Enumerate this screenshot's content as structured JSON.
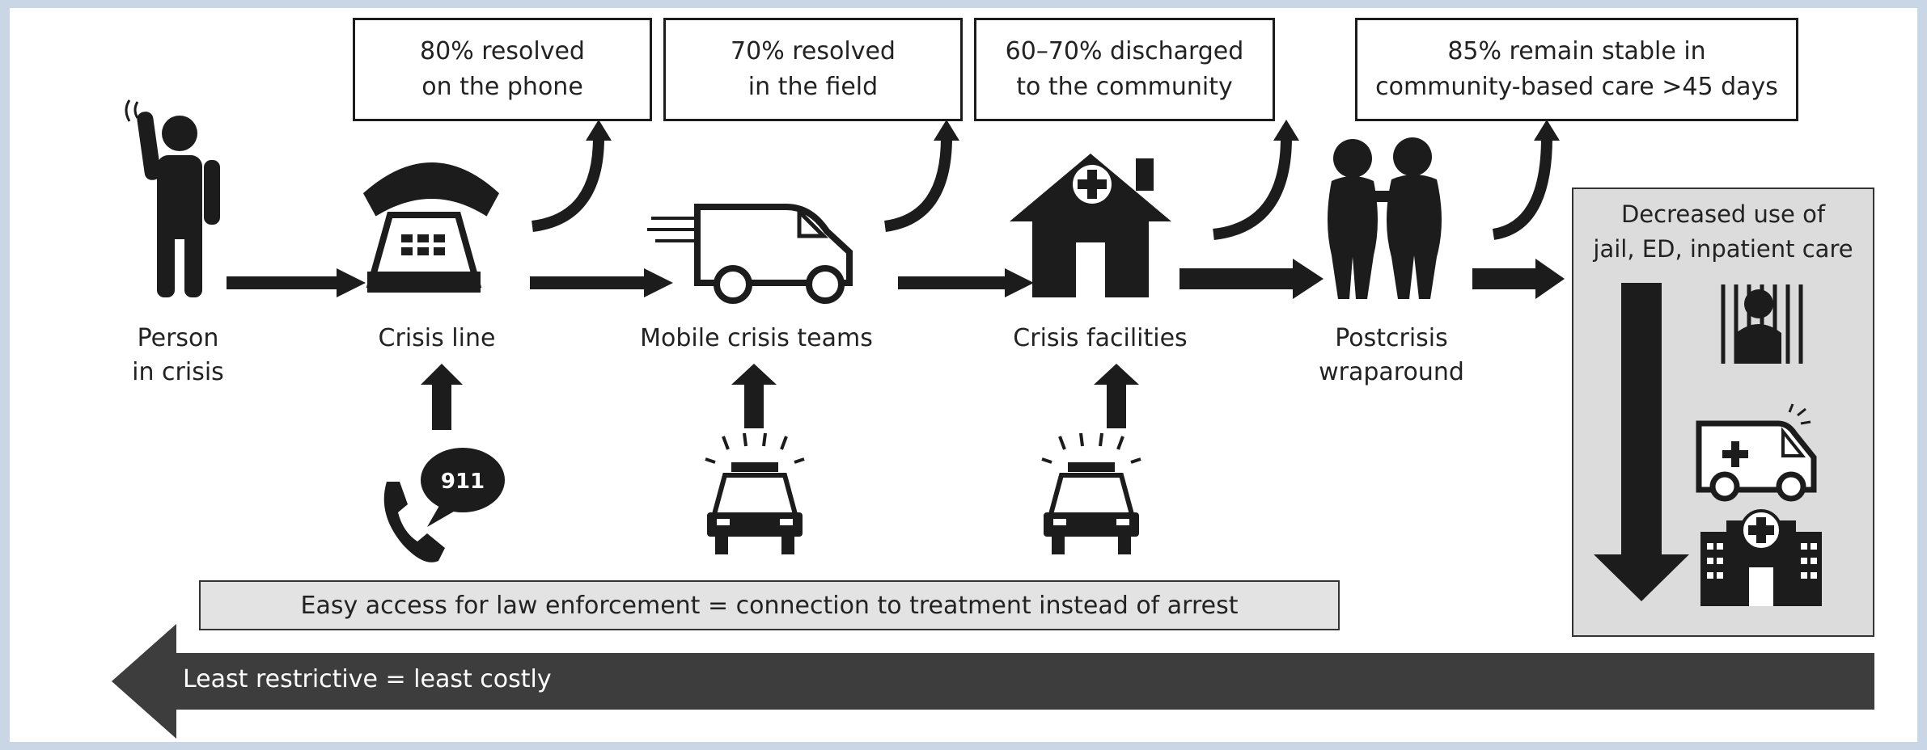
{
  "outcome_boxes": [
    {
      "line1": "80% resolved",
      "line2": "on the phone"
    },
    {
      "line1": "70% resolved",
      "line2": "in the field"
    },
    {
      "line1": "60–70% discharged",
      "line2": "to the community"
    },
    {
      "line1": "85% remain stable in",
      "line2": "community-based care >45 days"
    }
  ],
  "stages": [
    {
      "line1": "Person",
      "line2": "in crisis",
      "icon": "person-waving-icon"
    },
    {
      "line1": "Crisis line",
      "line2": "",
      "icon": "telephone-icon"
    },
    {
      "line1": "Mobile crisis teams",
      "line2": "",
      "icon": "van-icon"
    },
    {
      "line1": "Crisis facilities",
      "line2": "",
      "icon": "facility-house-icon"
    },
    {
      "line1": "Postcrisis",
      "line2": "wraparound",
      "icon": "two-people-icon"
    }
  ],
  "entry_points": {
    "call_badge": "911",
    "icons": [
      "phone-911-icon",
      "police-car-icon",
      "police-car-icon"
    ]
  },
  "access_bar": "Easy access for law enforcement = connection to treatment instead of arrest",
  "outcome_panel": {
    "line1": "Decreased use of",
    "line2": "jail, ED, inpatient care",
    "icons": [
      "jail-icon",
      "ambulance-icon",
      "hospital-icon"
    ]
  },
  "bottom_arrow": "Least restrictive = least costly",
  "colors": {
    "frame": "#c8d6e5",
    "icon": "#1c1c1c",
    "bottom_arrow": "#3d3d3d",
    "panel_gray": "#dcdcdc",
    "bar_gray": "#e3e3e3"
  }
}
